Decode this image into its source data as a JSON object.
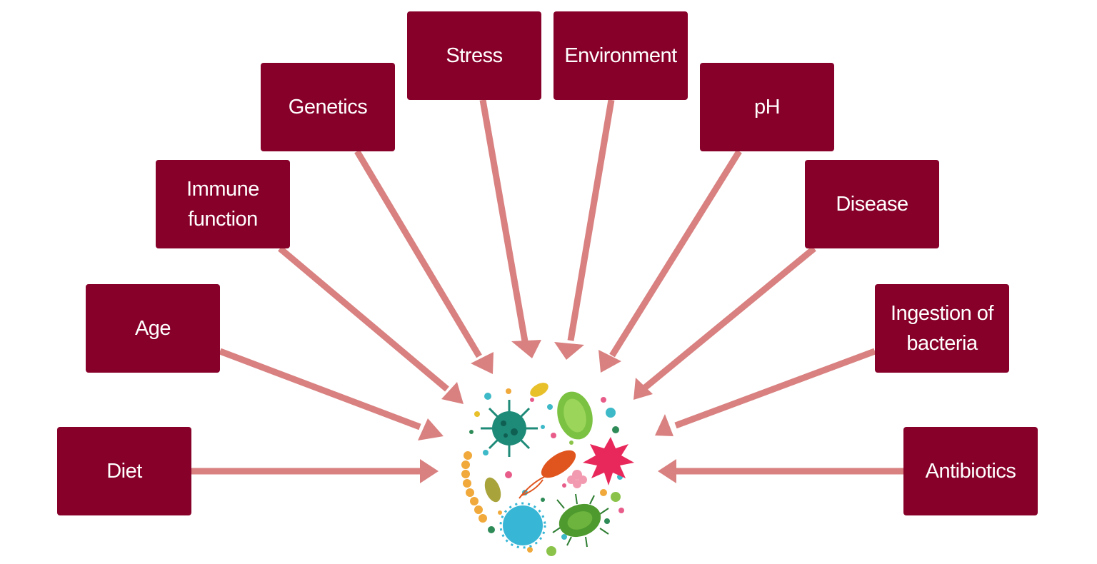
{
  "factors": {
    "diet": "Diet",
    "age": "Age",
    "immune_function": "Immune\nfunction",
    "genetics": "Genetics",
    "stress": "Stress",
    "environment": "Environment",
    "ph": "pH",
    "disease": "Disease",
    "ingestion_of_bacteria": "Ingestion of\nbacteria",
    "antibiotics": "Antibiotics"
  },
  "center": {
    "icon": "microbiome-microbes-icon"
  },
  "colors": {
    "box": "#870029",
    "box_text": "#ffffff",
    "arrow": "#D98080"
  }
}
